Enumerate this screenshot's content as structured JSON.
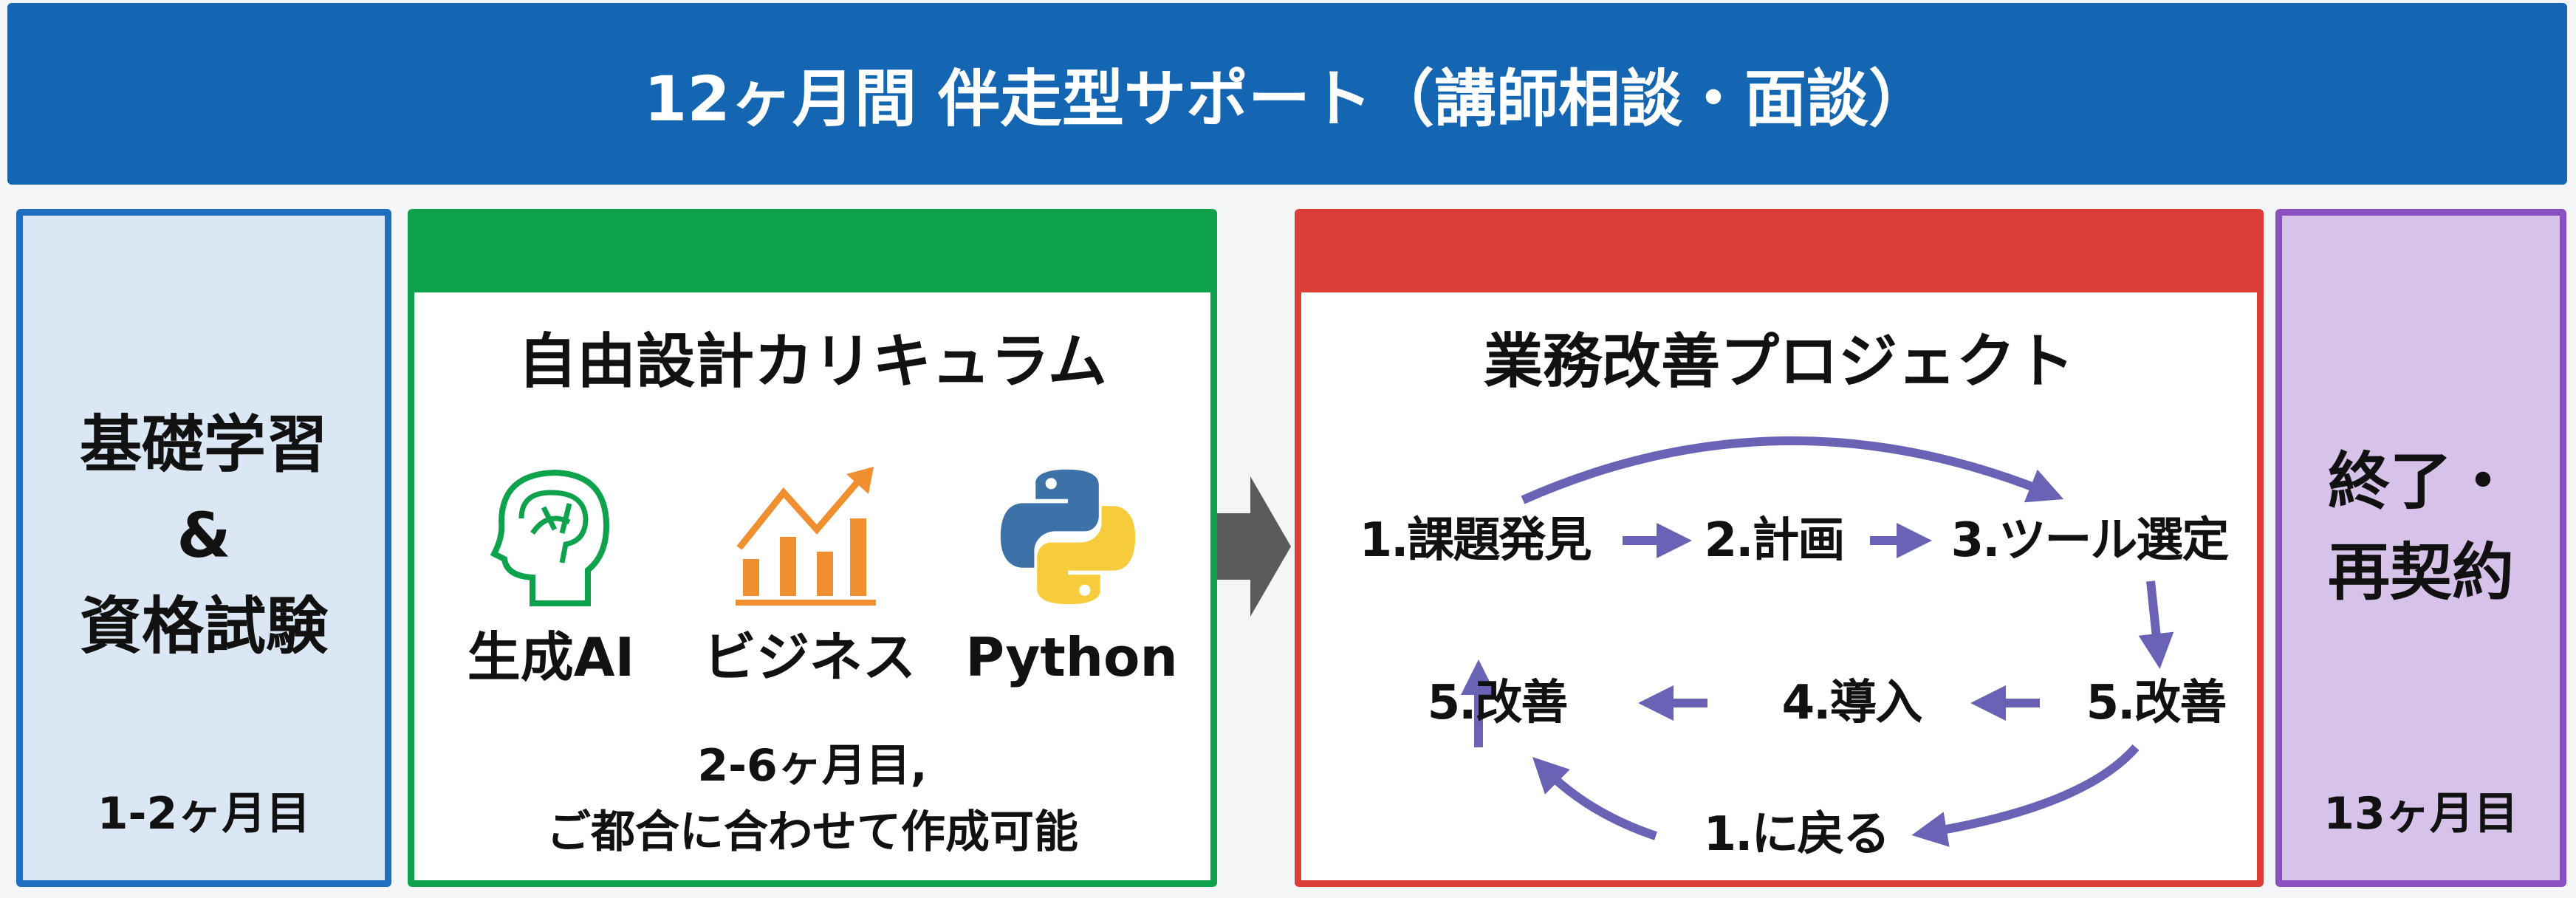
{
  "header": {
    "title": "12ヶ月間 伴走型サポート（講師相談・面談）"
  },
  "basics": {
    "lines": [
      "基礎学習",
      "&",
      "資格試験"
    ],
    "period": "1-2ヶ月目"
  },
  "curriculum": {
    "title": "自由設計カリキュラム",
    "items": [
      {
        "label": "生成AI",
        "icon": "brain-head-icon"
      },
      {
        "label": "ビジネス",
        "icon": "growth-chart-icon"
      },
      {
        "label": "Python",
        "icon": "python-logo-icon"
      }
    ],
    "note_lines": [
      "2-6ヶ月目,",
      "ご都合に合わせて作成可能"
    ]
  },
  "project": {
    "title": "業務改善プロジェクト",
    "steps": [
      "1.課題発見",
      "2.計画",
      "3.ツール選定",
      "5.改善",
      "4.導入",
      "5.改善",
      "1.に戻る"
    ]
  },
  "end": {
    "lines": [
      "終了・",
      "再契約"
    ],
    "period": "13ヶ月目"
  },
  "colors": {
    "header": "#1466b3",
    "basics": "#1f6fc0",
    "curriculum": "#0ea24c",
    "project": "#dc3d36",
    "end": "#8a4fc0",
    "arrow": "#6a63b5"
  }
}
